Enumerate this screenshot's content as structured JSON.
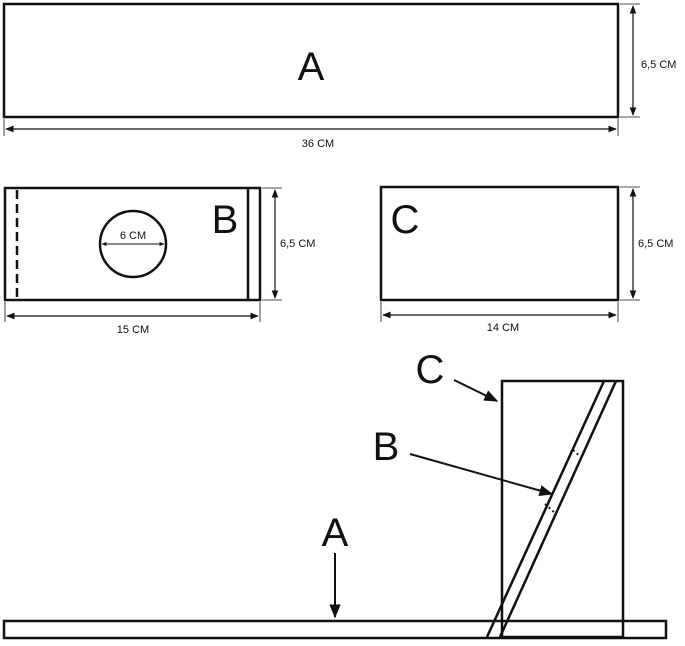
{
  "panels": {
    "a": {
      "label": "A",
      "width_label": "36 CM",
      "height_label": "6,5 CM"
    },
    "b": {
      "label": "B",
      "hole_label": "6 CM",
      "width_label": "15 CM",
      "height_label": "6,5 CM"
    },
    "c": {
      "label": "C",
      "width_label": "14 CM",
      "height_label": "6,5 CM"
    }
  },
  "assembly": {
    "label_a": "A",
    "label_b": "B",
    "label_c": "C"
  },
  "colors": {
    "stroke": "#111111",
    "background": "#ffffff"
  }
}
